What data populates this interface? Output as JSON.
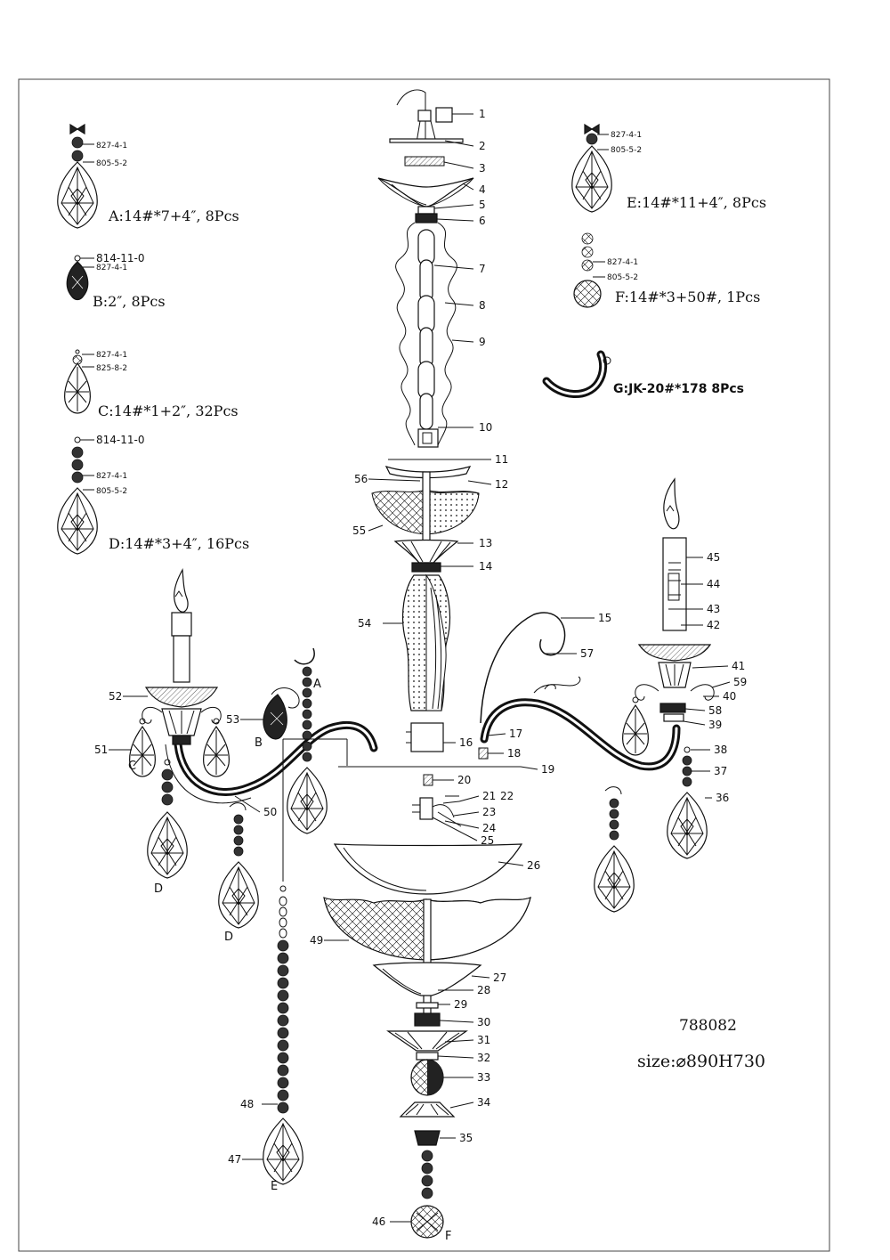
{
  "drawing": {
    "model": "788082",
    "size": "size:⌀890H730"
  },
  "legend": {
    "A": {
      "spec": "A:14#*7+4″, 8Pcs",
      "codes": [
        "827-4-1",
        "805-5-2"
      ]
    },
    "B": {
      "spec": "B:2″, 8Pcs",
      "codes": [
        "814-11-0",
        "827-4-1"
      ]
    },
    "C": {
      "spec": "C:14#*1+2″, 32Pcs",
      "codes": [
        "827-4-1",
        "825-8-2"
      ]
    },
    "D": {
      "spec": "D:14#*3+4″, 16Pcs",
      "codes": [
        "814-11-0",
        "827-4-1",
        "805-5-2"
      ]
    },
    "E": {
      "spec": "E:14#*11+4″, 8Pcs",
      "codes": [
        "827-4-1",
        "805-5-2"
      ]
    },
    "F": {
      "spec": "F:14#*3+50#, 1Pcs",
      "codes": [
        "827-4-1",
        "805-5-2"
      ]
    },
    "G": {
      "spec": "G:JK-20#*178  8Pcs"
    }
  },
  "part_numbers": {
    "p1": "1",
    "p2": "2",
    "p3": "3",
    "p4": "4",
    "p5": "5",
    "p6": "6",
    "p7": "7",
    "p8": "8",
    "p9": "9",
    "p10": "10",
    "p11": "11",
    "p12": "12",
    "p13": "13",
    "p14": "14",
    "p15": "15",
    "p16": "16",
    "p17": "17",
    "p18": "18",
    "p19": "19",
    "p20": "20",
    "p21": "21",
    "p22": "22",
    "p23": "23",
    "p24": "24",
    "p25": "25",
    "p26": "26",
    "p27": "27",
    "p28": "28",
    "p29": "29",
    "p30": "30",
    "p31": "31",
    "p32": "32",
    "p33": "33",
    "p34": "34",
    "p35": "35",
    "p36": "36",
    "p37": "37",
    "p38": "38",
    "p39": "39",
    "p40": "40",
    "p41": "41",
    "p42": "42",
    "p43": "43",
    "p44": "44",
    "p45": "45",
    "p46": "46",
    "p47": "47",
    "p48": "48",
    "p49": "49",
    "p50": "50",
    "p51": "51",
    "p52": "52",
    "p53": "53",
    "p54": "54",
    "p55": "55",
    "p56": "56",
    "p57": "57",
    "p58": "58",
    "p59": "59"
  },
  "pendant_letters": {
    "A": "A",
    "B": "B",
    "C": "C",
    "D1": "D",
    "D2": "D",
    "E": "E",
    "F": "F"
  }
}
